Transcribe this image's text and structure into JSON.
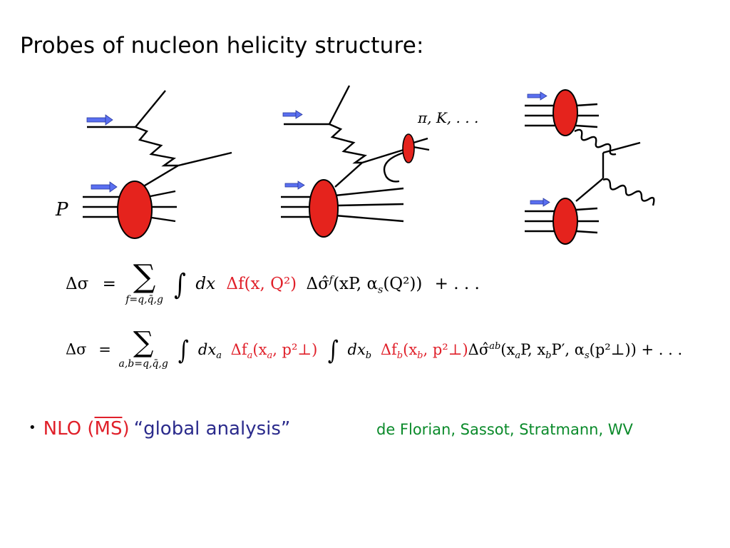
{
  "title": "Probes of nucleon helicity structure:",
  "colors": {
    "blob": "#e5231d",
    "arrow": "#5a6ff0",
    "formula_red": "#e0202a",
    "nlo_red": "#e0202a",
    "global_blue": "#2b2b8c",
    "authors_green": "#0a8a2a"
  },
  "diagrams": {
    "d1": {
      "proton_label": "P"
    },
    "d2": {
      "hadron_label": "π, K, . . ."
    }
  },
  "formula1": {
    "lhs": "Δσ",
    "eq": "=",
    "sum_limits": "f=q,q̄,g",
    "dx": "dx",
    "pdf": "Δf(x, Q²)",
    "partonic": "Δσ̂",
    "partonic_sup": "f",
    "args": "(xP, α",
    "args_sub": "s",
    "args_tail": "(Q²))",
    "plus": "+ . . ."
  },
  "formula2": {
    "lhs": "Δσ",
    "eq": "=",
    "sum_limits": "a,b=q,q̄,g",
    "dxa": "dx",
    "dxa_sub": "a",
    "pdf_a": "Δf",
    "pdf_a_sub": "a",
    "pdf_a_args": "(x",
    "pdf_a_args_sub": "a",
    "pdf_a_args_tail": ", p²⊥)",
    "dxb": "dx",
    "dxb_sub": "b",
    "pdf_b": "Δf",
    "pdf_b_sub": "b",
    "pdf_b_args": "(x",
    "pdf_b_args_sub": "b",
    "pdf_b_args_tail": ", p²⊥)",
    "partonic": "Δσ̂",
    "partonic_sup": "ab",
    "args": "(x",
    "args_sub_a": "a",
    "args_mid": "P, x",
    "args_sub_b": "b",
    "args_mid2": "P′, α",
    "args_sub_s": "s",
    "args_tail": "(p²⊥)) + . . ."
  },
  "bullet": {
    "dot": "•",
    "nlo": "NLO (",
    "ms": "MS",
    "close": ")",
    "global": "“global analysis”"
  },
  "authors": "de Florian, Sassot,  Stratmann, WV"
}
